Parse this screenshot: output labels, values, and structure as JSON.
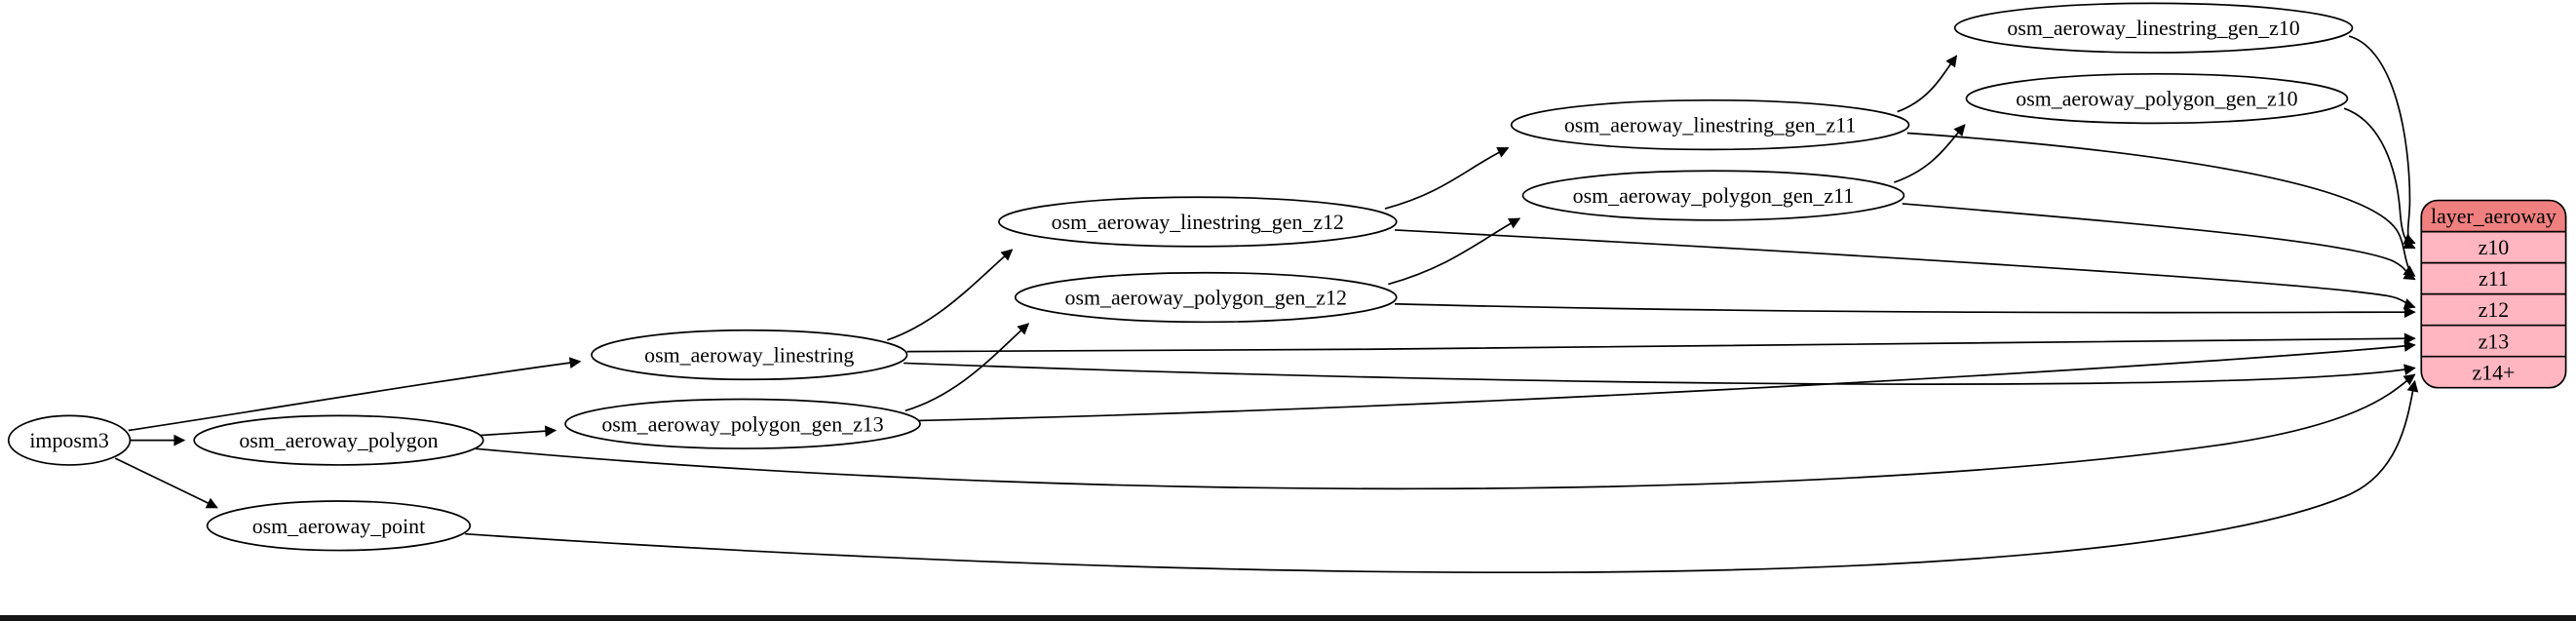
{
  "nodes": {
    "imposm3": {
      "label": "imposm3"
    },
    "osm_aeroway_polygon": {
      "label": "osm_aeroway_polygon"
    },
    "osm_aeroway_point": {
      "label": "osm_aeroway_point"
    },
    "osm_aeroway_linestring": {
      "label": "osm_aeroway_linestring"
    },
    "osm_aeroway_polygon_gen_z13": {
      "label": "osm_aeroway_polygon_gen_z13"
    },
    "osm_aeroway_linestring_gen_z12": {
      "label": "osm_aeroway_linestring_gen_z12"
    },
    "osm_aeroway_polygon_gen_z12": {
      "label": "osm_aeroway_polygon_gen_z12"
    },
    "osm_aeroway_linestring_gen_z11": {
      "label": "osm_aeroway_linestring_gen_z11"
    },
    "osm_aeroway_polygon_gen_z11": {
      "label": "osm_aeroway_polygon_gen_z11"
    },
    "osm_aeroway_linestring_gen_z10": {
      "label": "osm_aeroway_linestring_gen_z10"
    },
    "osm_aeroway_polygon_gen_z10": {
      "label": "osm_aeroway_polygon_gen_z10"
    }
  },
  "record": {
    "title": "layer_aeroway",
    "rows": [
      "z10",
      "z11",
      "z12",
      "z13",
      "z14+"
    ]
  },
  "edges": [
    [
      "imposm3",
      "osm_aeroway_linestring"
    ],
    [
      "imposm3",
      "osm_aeroway_polygon"
    ],
    [
      "imposm3",
      "osm_aeroway_point"
    ],
    [
      "osm_aeroway_polygon",
      "osm_aeroway_polygon_gen_z13"
    ],
    [
      "osm_aeroway_linestring",
      "osm_aeroway_linestring_gen_z12"
    ],
    [
      "osm_aeroway_polygon_gen_z13",
      "osm_aeroway_polygon_gen_z12"
    ],
    [
      "osm_aeroway_linestring_gen_z12",
      "osm_aeroway_linestring_gen_z11"
    ],
    [
      "osm_aeroway_polygon_gen_z12",
      "osm_aeroway_polygon_gen_z11"
    ],
    [
      "osm_aeroway_linestring_gen_z11",
      "osm_aeroway_linestring_gen_z10"
    ],
    [
      "osm_aeroway_polygon_gen_z11",
      "osm_aeroway_polygon_gen_z10"
    ],
    [
      "osm_aeroway_linestring_gen_z10",
      "layer_aeroway:z10"
    ],
    [
      "osm_aeroway_polygon_gen_z10",
      "layer_aeroway:z10"
    ],
    [
      "osm_aeroway_linestring_gen_z11",
      "layer_aeroway:z11"
    ],
    [
      "osm_aeroway_polygon_gen_z11",
      "layer_aeroway:z11"
    ],
    [
      "osm_aeroway_linestring_gen_z12",
      "layer_aeroway:z12"
    ],
    [
      "osm_aeroway_polygon_gen_z12",
      "layer_aeroway:z12"
    ],
    [
      "osm_aeroway_linestring",
      "layer_aeroway:z13"
    ],
    [
      "osm_aeroway_polygon_gen_z13",
      "layer_aeroway:z13"
    ],
    [
      "osm_aeroway_linestring",
      "layer_aeroway:z14+"
    ],
    [
      "osm_aeroway_polygon",
      "layer_aeroway:z14+"
    ],
    [
      "osm_aeroway_point",
      "layer_aeroway:z14+"
    ]
  ],
  "colors": {
    "record_header_fill": "#f08080",
    "record_row_fill": "#ffb6c1",
    "node_fill": "#ffffff",
    "stroke": "#000000",
    "background": "#ffffff"
  }
}
